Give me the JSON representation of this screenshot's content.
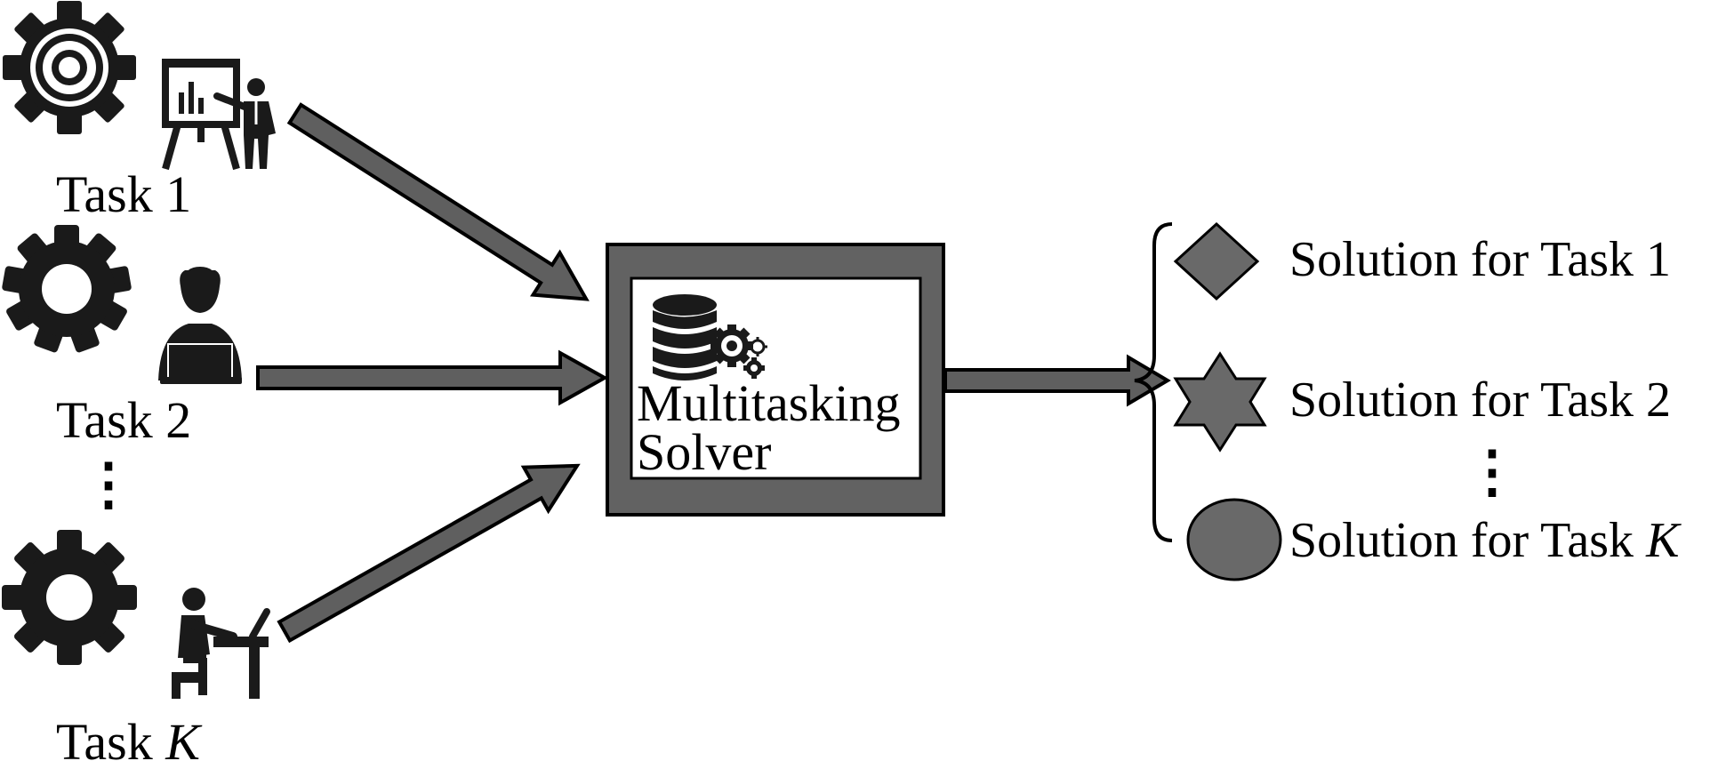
{
  "diagram": {
    "tasks": [
      {
        "label": "Task 1",
        "gear_icon": "gear-outline-icon",
        "person_icon": "presenter-icon"
      },
      {
        "label": "Task 2",
        "gear_icon": "gear-solid-icon",
        "person_icon": "person-laptop-icon"
      },
      {
        "label": "Task ",
        "label_var": "K",
        "gear_icon": "gear-solid-icon",
        "person_icon": "person-desk-icon"
      }
    ],
    "tasks_ellipsis": "⋮",
    "solver": {
      "line1": "Multitasking",
      "line2": "Solver",
      "icon": "database-gears-icon"
    },
    "solutions": [
      {
        "label": "Solution for Task 1",
        "marker": "diamond"
      },
      {
        "label": "Solution for Task 2",
        "marker": "hexagram"
      },
      {
        "label": "Solution for Task ",
        "label_var": "K",
        "marker": "ellipse"
      }
    ],
    "solutions_ellipsis": "⋮",
    "colors": {
      "arrow_fill": "#5f5f5f",
      "box_fill": "#626262",
      "shape_fill": "#696969",
      "icon": "#1a1a1a"
    }
  }
}
